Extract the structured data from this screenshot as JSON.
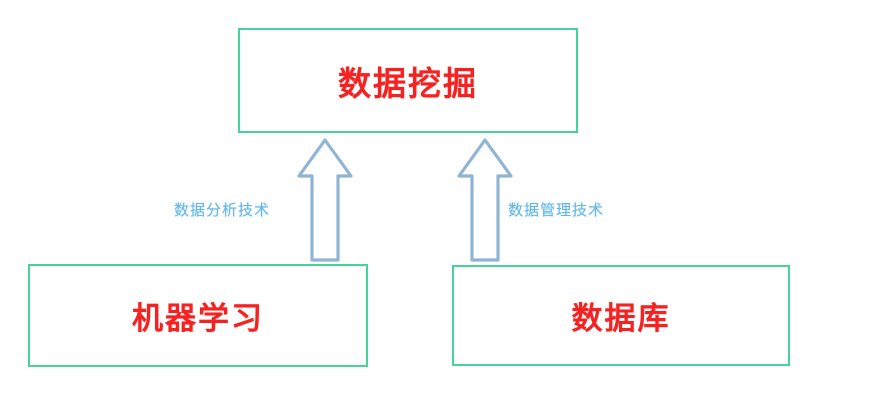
{
  "diagram": {
    "type": "flow-diagram",
    "background_color": "#ffffff",
    "box_border_color": "#45d49a",
    "box_text_color": "#f52222",
    "arrow_outline_color": "#8fb4d4",
    "arrow_fill_color": "#ffffff",
    "edge_label_color": "#63b6e8",
    "nodes": [
      {
        "id": "data-mining",
        "label": "数据挖掘",
        "position": "top-center"
      },
      {
        "id": "machine-learning",
        "label": "机器学习",
        "position": "bottom-left"
      },
      {
        "id": "database",
        "label": "数据库",
        "position": "bottom-right"
      }
    ],
    "edges": [
      {
        "id": "ml-to-dm",
        "from": "machine-learning",
        "to": "data-mining",
        "label": "数据分析技术",
        "direction": "up"
      },
      {
        "id": "db-to-dm",
        "from": "database",
        "to": "data-mining",
        "label": "数据管理技术",
        "direction": "up"
      }
    ]
  }
}
